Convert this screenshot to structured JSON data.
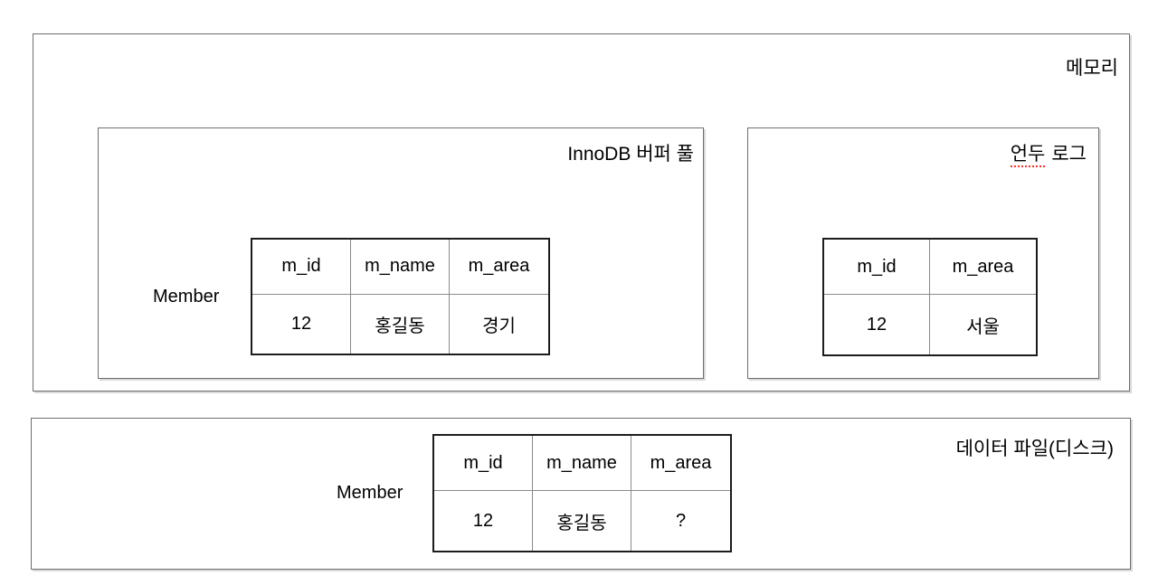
{
  "memory": {
    "label": "메모리",
    "innodb": {
      "label": "InnoDB 버퍼 풀",
      "table": {
        "name": "Member",
        "headers": [
          "m_id",
          "m_name",
          "m_area"
        ],
        "rows": [
          [
            "12",
            "홍길동",
            "경기"
          ]
        ]
      }
    },
    "undo": {
      "label_misspelled": "언두",
      "label_rest": "로그",
      "table": {
        "headers": [
          "m_id",
          "m_area"
        ],
        "rows": [
          [
            "12",
            "서울"
          ]
        ]
      }
    }
  },
  "disk": {
    "label": "데이터 파일(디스크)",
    "table": {
      "name": "Member",
      "headers": [
        "m_id",
        "m_name",
        "m_area"
      ],
      "rows": [
        [
          "12",
          "홍길동",
          "?"
        ]
      ]
    }
  },
  "colors": {
    "spellcheck_underline": "#ff2f1f",
    "frame_border": "#6e6e6e",
    "table_border": "#1c1c1c"
  }
}
